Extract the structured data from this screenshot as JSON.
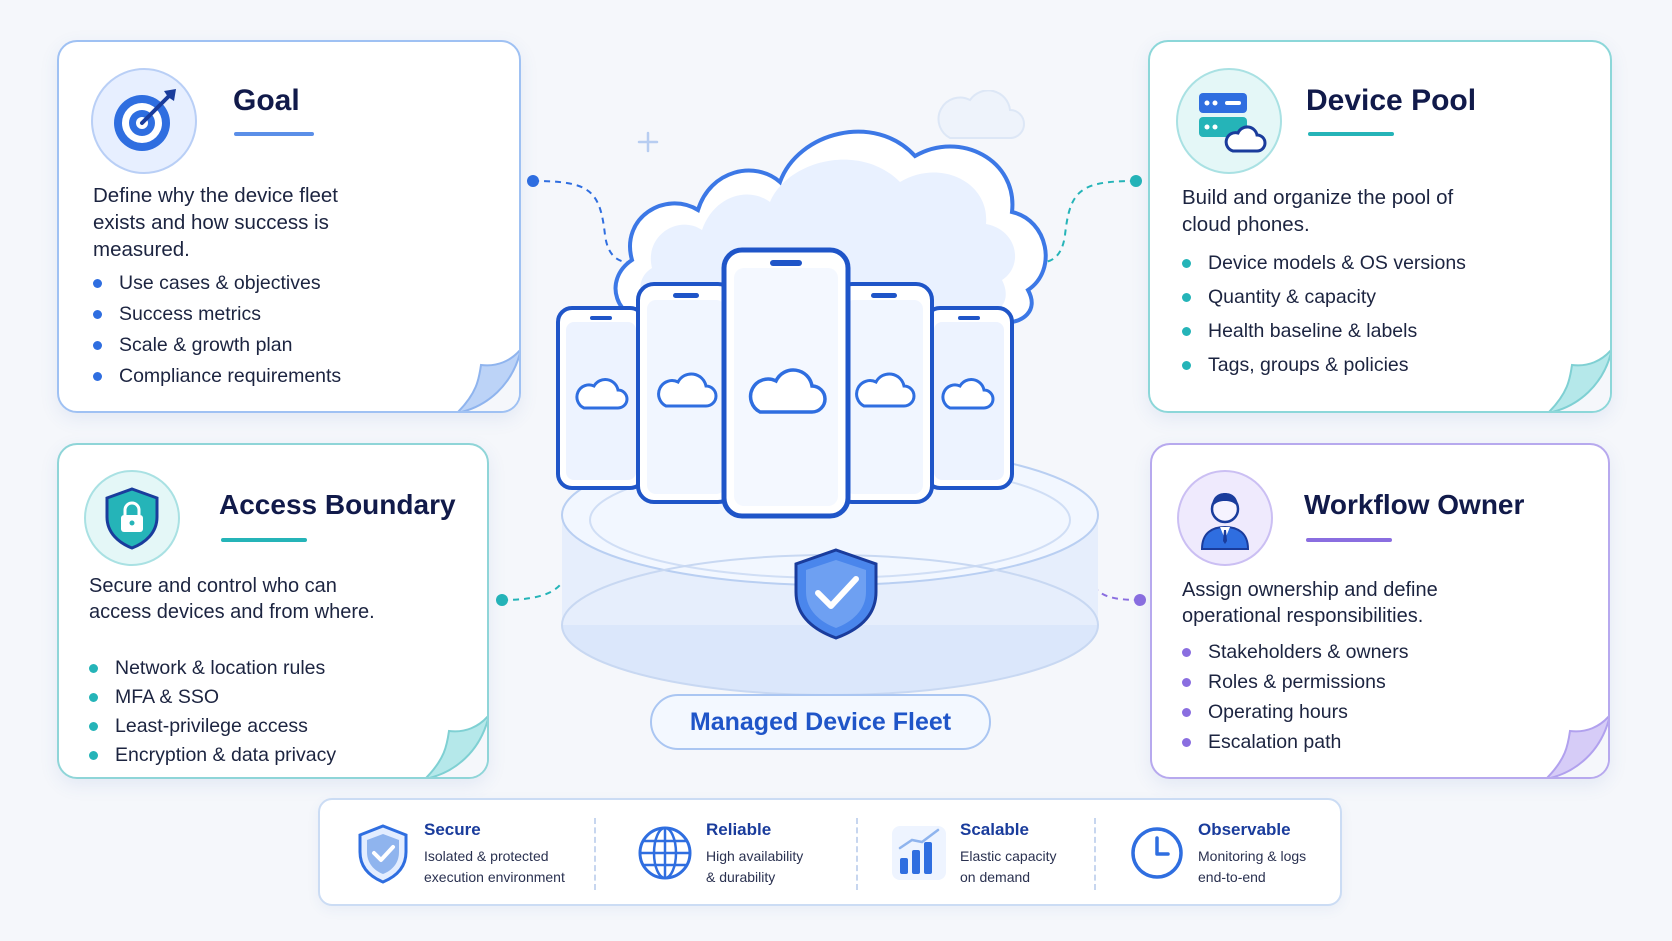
{
  "cards": {
    "goal": {
      "title": "Goal",
      "desc": "Define why the device fleet exists and how success is measured.",
      "items": [
        "Use cases & objectives",
        "Success metrics",
        "Scale & growth plan",
        "Compliance requirements"
      ],
      "icon": "target-icon",
      "accent": "#2f6ee0"
    },
    "pool": {
      "title": "Device Pool",
      "desc": "Build and organize the pool of cloud phones.",
      "items": [
        "Device models & OS versions",
        "Quantity & capacity",
        "Health baseline & labels",
        "Tags, groups & policies"
      ],
      "icon": "server-cloud-icon",
      "accent": "#25b4b8"
    },
    "access": {
      "title": "Access Boundary",
      "desc": "Secure and control who can access devices and from where.",
      "items": [
        "Network & location rules",
        "MFA & SSO",
        "Least-privilege access",
        "Encryption & data privacy"
      ],
      "icon": "shield-lock-icon",
      "accent": "#25b4b8"
    },
    "owner": {
      "title": "Workflow Owner",
      "desc": "Assign ownership and define operational responsibilities.",
      "items": [
        "Stakeholders & owners",
        "Roles & permissions",
        "Operating hours",
        "Escalation path"
      ],
      "icon": "person-icon",
      "accent": "#8a6ee0"
    }
  },
  "center": {
    "label": "Managed Device Fleet",
    "icon": "cloud-phones-icon"
  },
  "features": [
    {
      "title": "Secure",
      "line1": "Isolated & protected",
      "line2": "execution environment",
      "icon": "shield-check-icon"
    },
    {
      "title": "Reliable",
      "line1": "High availability",
      "line2": "& durability",
      "icon": "globe-icon"
    },
    {
      "title": "Scalable",
      "line1": "Elastic capacity",
      "line2": "on demand",
      "icon": "bar-chart-icon"
    },
    {
      "title": "Observable",
      "line1": "Monitoring & logs",
      "line2": "end-to-end",
      "icon": "clock-icon"
    }
  ],
  "colors": {
    "blue": "#2f6ee0",
    "teal": "#25b4b8",
    "purple": "#8a6ee0",
    "navy": "#111a4a"
  }
}
